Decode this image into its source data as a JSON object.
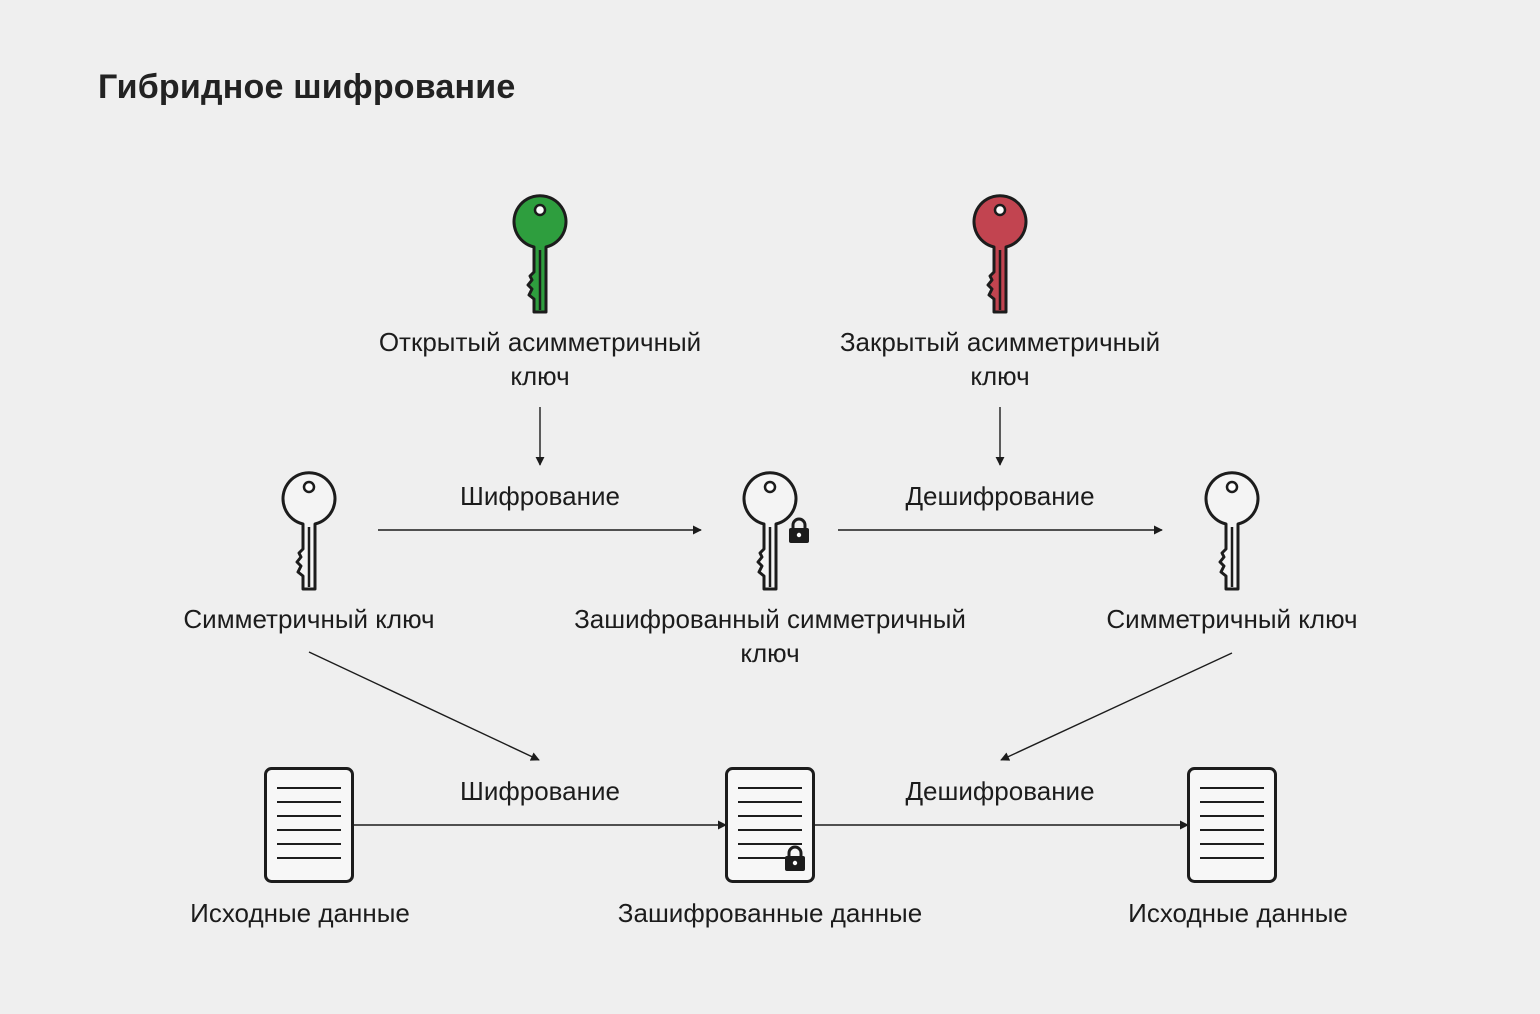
{
  "title": "Гибридное шифрование",
  "keys": {
    "public": {
      "line1": "Открытый асимметричный",
      "line2": "ключ",
      "color": "#2e9e3e"
    },
    "private": {
      "line1": "Закрытый асимметричный",
      "line2": "ключ",
      "color": "#c24450"
    },
    "symmetric_left": "Симметричный ключ",
    "encrypted_symmetric": {
      "line1": "Зашифрованный симметричный",
      "line2": "ключ"
    },
    "symmetric_right": "Симметричный ключ"
  },
  "arrows": {
    "key_encrypt": "Шифрование",
    "key_decrypt": "Дешифрование",
    "data_encrypt": "Шифрование",
    "data_decrypt": "Дешифрование"
  },
  "data": {
    "source_left": "Исходные данные",
    "encrypted": "Зашифрованные данные",
    "source_right": "Исходные данные"
  },
  "colors": {
    "background": "#efefef",
    "stroke": "#1c1c1c",
    "document_fill": "#f7f7f7"
  }
}
